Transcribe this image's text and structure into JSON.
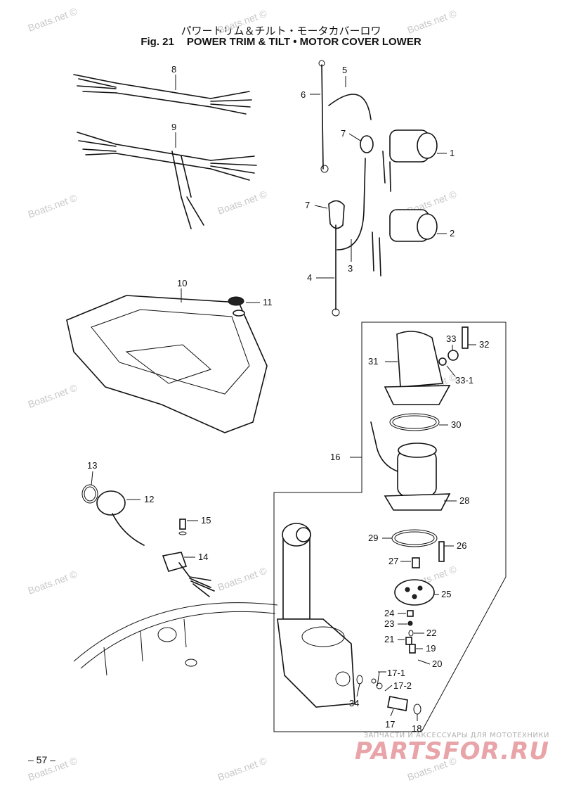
{
  "header": {
    "title_jp": "パワートリム＆チルト・モータカバーロワ",
    "fig_label": "Fig. 21",
    "title_en": "POWER TRIM & TILT • MOTOR COVER LOWER"
  },
  "watermark": "Boats.net ©",
  "part_labels": {
    "p1": "1",
    "p2": "2",
    "p3": "3",
    "p4": "4",
    "p5": "5",
    "p6": "6",
    "p7a": "7",
    "p7b": "7",
    "p8": "8",
    "p9": "9",
    "p10": "10",
    "p11": "11",
    "p12": "12",
    "p13": "13",
    "p14": "14",
    "p15": "15",
    "p16": "16",
    "p17": "17",
    "p17_1": "17-1",
    "p17_2": "17-2",
    "p18": "18",
    "p19": "19",
    "p20": "20",
    "p21": "21",
    "p22": "22",
    "p23": "23",
    "p24": "24",
    "p25": "25",
    "p26": "26",
    "p27": "27",
    "p28": "28",
    "p29": "29",
    "p30": "30",
    "p31": "31",
    "p32": "32",
    "p33": "33",
    "p33_1": "33-1",
    "p34": "34"
  },
  "footer": {
    "page_number": "– 57 –",
    "brand_tagline": "ЗАПЧАСТИ И АКСЕССУАРЫ ДЛЯ МОТОТЕХНИКИ",
    "brand_name": "PARTSFOR.RU"
  }
}
